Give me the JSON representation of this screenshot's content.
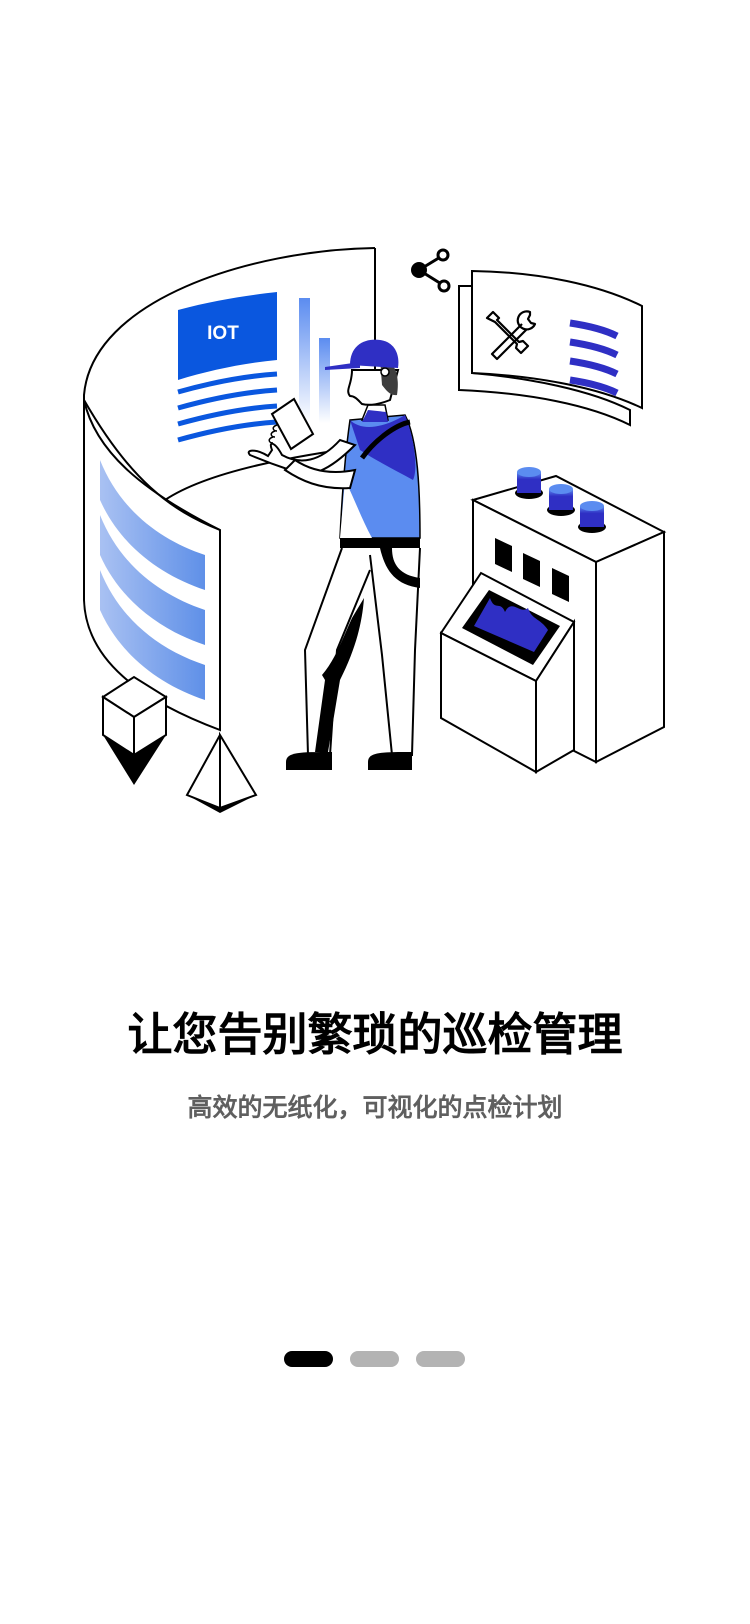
{
  "onboarding": {
    "illustration": {
      "description": "Worker inspecting IoT dashboard panels next to an industrial control machine",
      "iot_panel_label": "IOT",
      "icons": [
        "share-icon",
        "tools-icon"
      ],
      "colors": {
        "primary_blue": "#0a57df",
        "indigo": "#2f2fc4",
        "light_blue": "#5b8cf0",
        "gradient_start": "#a9c1f2",
        "gradient_end": "#5f90e8",
        "outline": "#000000"
      }
    },
    "title": "让您告别繁琐的巡检管理",
    "subtitle": "高效的无纸化，可视化的点检计划",
    "pager": {
      "total": 3,
      "active_index": 0,
      "active_color": "#000000",
      "inactive_color": "#b3b3b3"
    }
  }
}
